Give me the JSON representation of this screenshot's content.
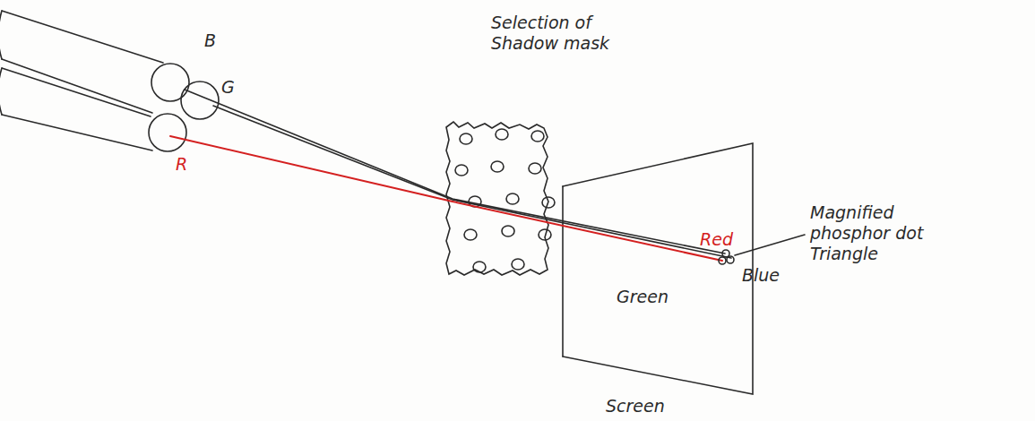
{
  "diagram": {
    "labels": [
      "B",
      "G",
      "R",
      "Selection of Shadow mask",
      "Red",
      "Green",
      "Blue",
      "Magnified phosphor dot Triangle",
      "Screen"
    ]
  }
}
